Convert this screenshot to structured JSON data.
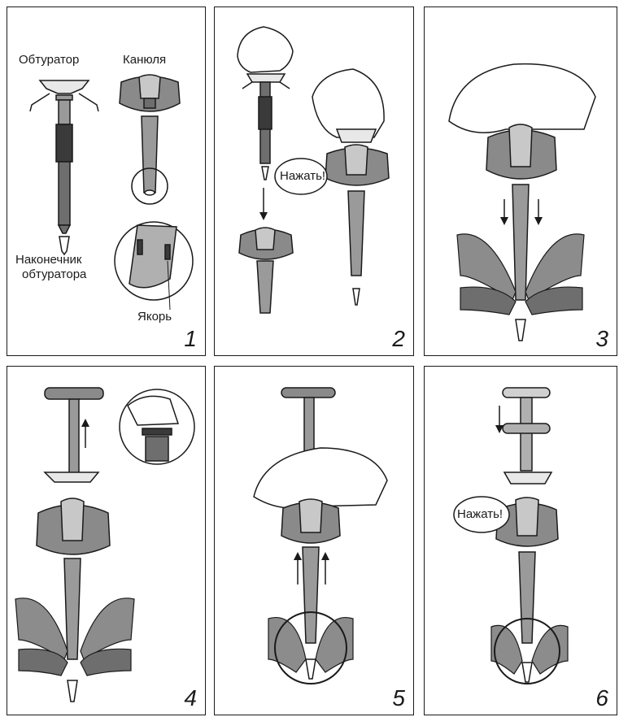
{
  "panels": [
    {
      "number": "1",
      "labels": {
        "obturator": "Обтуратор",
        "cannula": "Канюля",
        "tip_line1": "Наконечник",
        "tip_line2": "обтуратора",
        "anchor": "Якорь"
      }
    },
    {
      "number": "2",
      "bubble": "Нажать!"
    },
    {
      "number": "3"
    },
    {
      "number": "4"
    },
    {
      "number": "5"
    },
    {
      "number": "6",
      "bubble": "Нажать!"
    }
  ],
  "colors": {
    "outline": "#1a1a1a",
    "device_dark": "#6e6e6e",
    "device_mid": "#9a9a9a",
    "device_light": "#c8c8c8",
    "tissue": "#8c8c8c"
  }
}
